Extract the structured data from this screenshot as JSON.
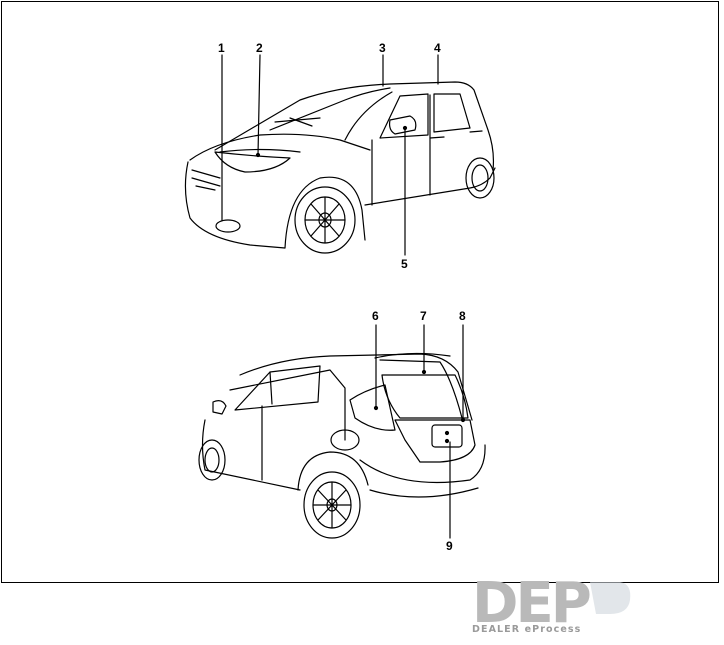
{
  "callouts": [
    {
      "id": "1",
      "label": "1"
    },
    {
      "id": "2",
      "label": "2"
    },
    {
      "id": "3",
      "label": "3"
    },
    {
      "id": "4",
      "label": "4"
    },
    {
      "id": "5",
      "label": "5"
    },
    {
      "id": "6",
      "label": "6"
    },
    {
      "id": "7",
      "label": "7"
    },
    {
      "id": "8",
      "label": "8"
    },
    {
      "id": "9",
      "label": "9"
    }
  ],
  "logo": {
    "mark": "DEP",
    "tagline": "DEALER eProcess",
    "color": "#9a9a9a",
    "accent": "#cfd6dc"
  }
}
